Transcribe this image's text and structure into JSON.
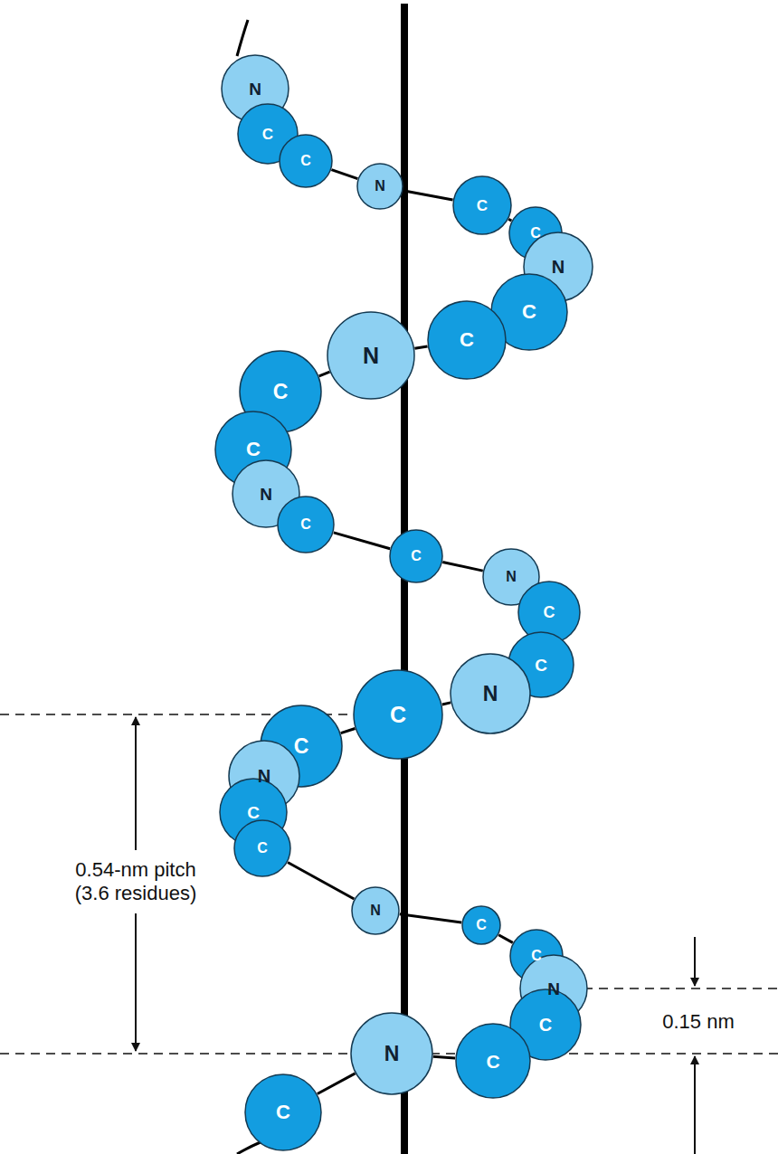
{
  "diagram": {
    "nodes": [
      {
        "text": [
          "N"
        ]
      },
      {
        "text": [
          "C"
        ]
      },
      {
        "text": [
          "C"
        ]
      },
      {
        "text": [
          "N"
        ]
      },
      {
        "text": [
          "C"
        ]
      },
      {
        "text": [
          "C"
        ]
      },
      {
        "text": [
          "N"
        ]
      },
      {
        "text": [
          "C"
        ]
      },
      {
        "text": [
          "C"
        ]
      },
      {
        "text": [
          "N"
        ]
      },
      {
        "text": [
          "C"
        ]
      },
      {
        "text": [
          "C"
        ]
      },
      {
        "text": [
          "N"
        ]
      },
      {
        "text": [
          "C"
        ]
      },
      {
        "text": [
          "C"
        ]
      },
      {
        "text": [
          "N"
        ]
      },
      {
        "text": [
          "C"
        ]
      },
      {
        "text": [
          "C"
        ]
      },
      {
        "text": [
          "N"
        ]
      },
      {
        "text": [
          "C"
        ]
      },
      {
        "text": [
          "C"
        ]
      },
      {
        "text": [
          "N"
        ]
      },
      {
        "text": [
          "C"
        ]
      },
      {
        "text": [
          "C"
        ]
      },
      {
        "text": [
          "N"
        ]
      },
      {
        "text": [
          "C"
        ]
      },
      {
        "text": [
          "C"
        ]
      },
      {
        "text": [
          "N"
        ]
      },
      {
        "text": [
          "C"
        ]
      },
      {
        "text": [
          "C"
        ]
      },
      {
        "text": [
          "N"
        ]
      },
      {
        "text": [
          "C"
        ]
      }
    ],
    "edges": [
      {
        "from": 0,
        "to": 1,
        "arrow": "none"
      },
      {
        "from": 1,
        "to": 2,
        "arrow": "none"
      },
      {
        "from": 2,
        "to": 3,
        "arrow": "none"
      },
      {
        "from": 3,
        "to": 4,
        "arrow": "none"
      },
      {
        "from": 4,
        "to": 5,
        "arrow": "none"
      },
      {
        "from": 5,
        "to": 6,
        "arrow": "none"
      },
      {
        "from": 6,
        "to": 7,
        "arrow": "none"
      },
      {
        "from": 7,
        "to": 8,
        "arrow": "none"
      },
      {
        "from": 8,
        "to": 9,
        "arrow": "none"
      },
      {
        "from": 9,
        "to": 10,
        "arrow": "none"
      },
      {
        "from": 10,
        "to": 11,
        "arrow": "none"
      },
      {
        "from": 11,
        "to": 12,
        "arrow": "none"
      },
      {
        "from": 12,
        "to": 13,
        "arrow": "none"
      },
      {
        "from": 13,
        "to": 14,
        "arrow": "none"
      },
      {
        "from": 14,
        "to": 15,
        "arrow": "none"
      },
      {
        "from": 15,
        "to": 16,
        "arrow": "none"
      },
      {
        "from": 16,
        "to": 17,
        "arrow": "none"
      },
      {
        "from": 17,
        "to": 18,
        "arrow": "none"
      },
      {
        "from": 18,
        "to": 19,
        "arrow": "none"
      },
      {
        "from": 19,
        "to": 20,
        "arrow": "none"
      },
      {
        "from": 20,
        "to": 21,
        "arrow": "none"
      },
      {
        "from": 21,
        "to": 22,
        "arrow": "none"
      },
      {
        "from": 22,
        "to": 23,
        "arrow": "none"
      },
      {
        "from": 23,
        "to": 24,
        "arrow": "none"
      },
      {
        "from": 24,
        "to": 25,
        "arrow": "none"
      },
      {
        "from": 25,
        "to": 26,
        "arrow": "none"
      },
      {
        "from": 26,
        "to": 27,
        "arrow": "none"
      },
      {
        "from": 27,
        "to": 28,
        "arrow": "none"
      },
      {
        "from": 28,
        "to": 29,
        "arrow": "none"
      },
      {
        "from": 29,
        "to": 30,
        "arrow": "none"
      },
      {
        "from": 30,
        "to": 31,
        "arrow": "none"
      }
    ],
    "labels": [
      "0.54-nm pitch (3.6 residues)",
      "0.15 nm"
    ]
  }
}
